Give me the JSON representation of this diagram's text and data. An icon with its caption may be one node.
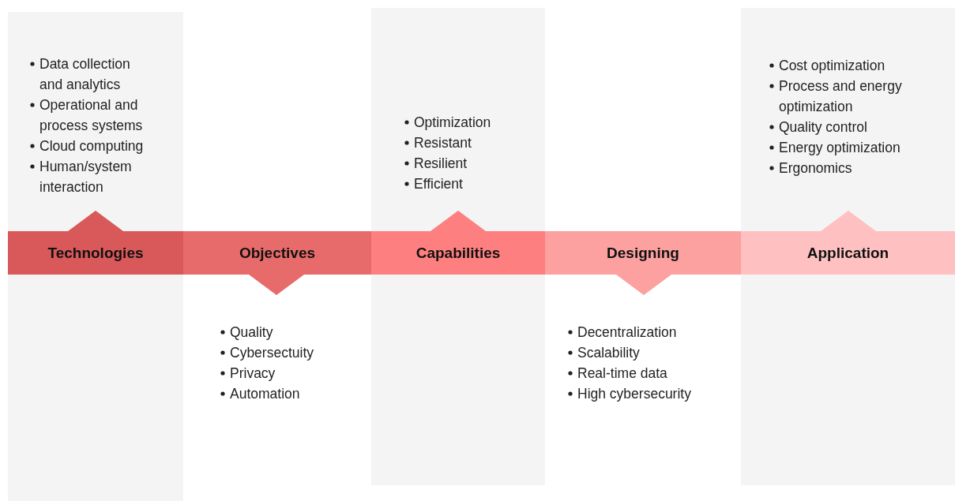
{
  "diagram": {
    "nodes": [
      {
        "text": [
          "Technologies"
        ],
        "beside": [
          "Data collection and analytics",
          "Operational and process systems",
          "Cloud computing",
          "Human/system interaction"
        ]
      },
      {
        "text": [
          "Objectives"
        ],
        "beside": [
          "Quality",
          "Cybersectuity",
          "Privacy",
          "Automation"
        ]
      },
      {
        "text": [
          "Capabilities"
        ],
        "beside": [
          "Optimization",
          "Resistant",
          "Resilient",
          "Efficient"
        ]
      },
      {
        "text": [
          "Designing"
        ],
        "beside": [
          "Decentralization",
          "Scalability",
          "Real-time data",
          "High cybersecurity"
        ]
      },
      {
        "text": [
          "Application"
        ],
        "beside": [
          "Cost optimization",
          "Process and energy optimization",
          "Quality control",
          "Energy optimization",
          "Ergonomics"
        ]
      }
    ]
  }
}
